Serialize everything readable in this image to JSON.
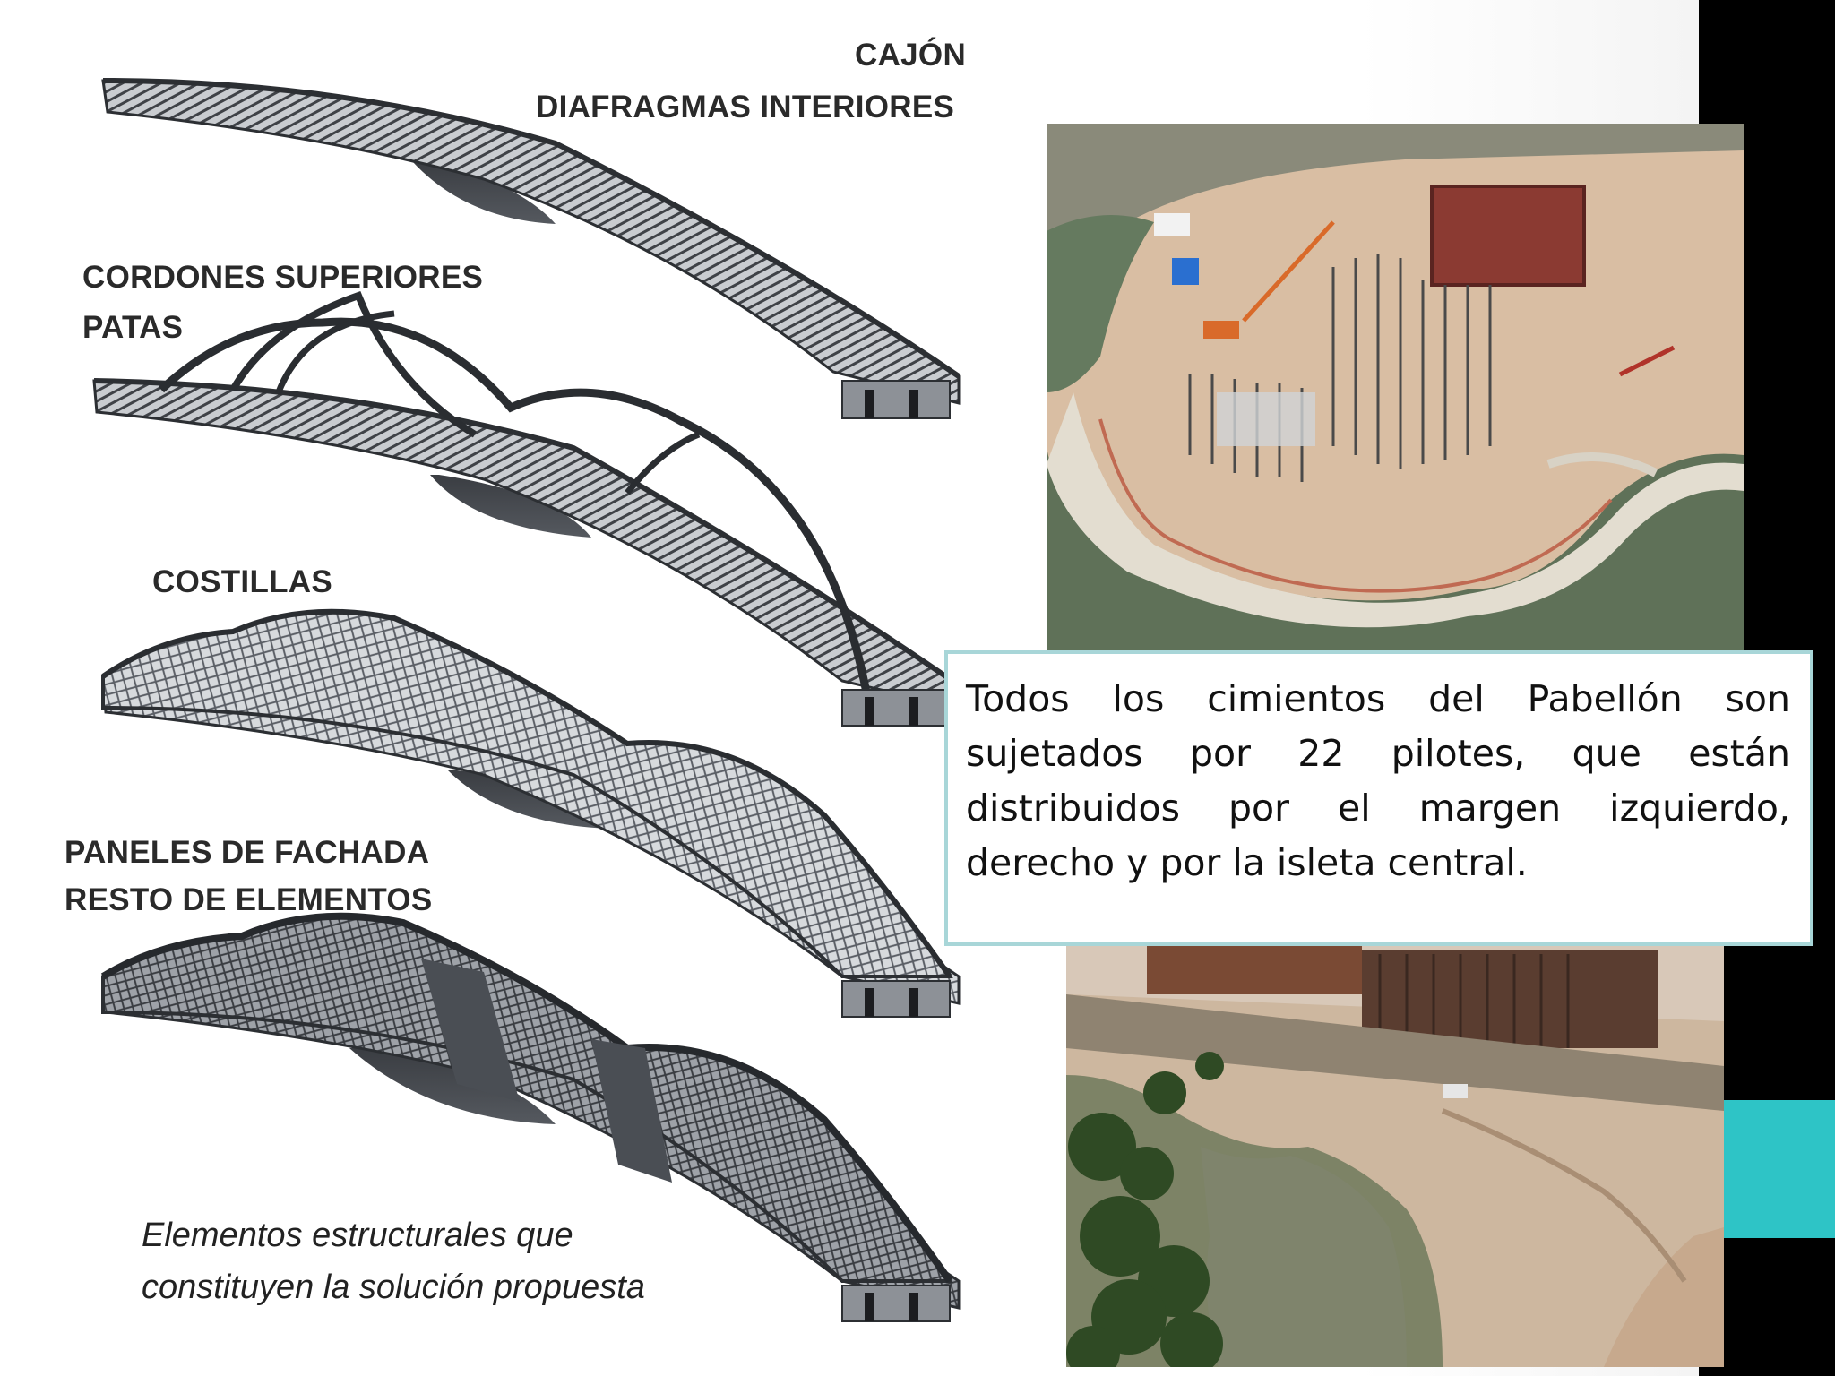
{
  "diagram": {
    "labels": {
      "cajon": "CAJÓN",
      "diafragmas": "DIAFRAGMAS INTERIORES",
      "cordones": "CORDONES SUPERIORES",
      "patas": "PATAS",
      "costillas": "COSTILLAS",
      "paneles": "PANELES DE FACHADA",
      "resto": "RESTO DE ELEMENTOS"
    },
    "caption_line1": "Elementos estructurales que",
    "caption_line2": "constituyen la solución propuesta"
  },
  "text_box": {
    "text": "Todos los cimientos del Pabellón son sujetados por 22 pilotes, que están distribuidos por el margen izquierdo, derecho y por la isleta central."
  },
  "colors": {
    "accent_teal": "#2ec4c6",
    "box_border": "#a8d6d8",
    "sidebar": "#000000"
  }
}
